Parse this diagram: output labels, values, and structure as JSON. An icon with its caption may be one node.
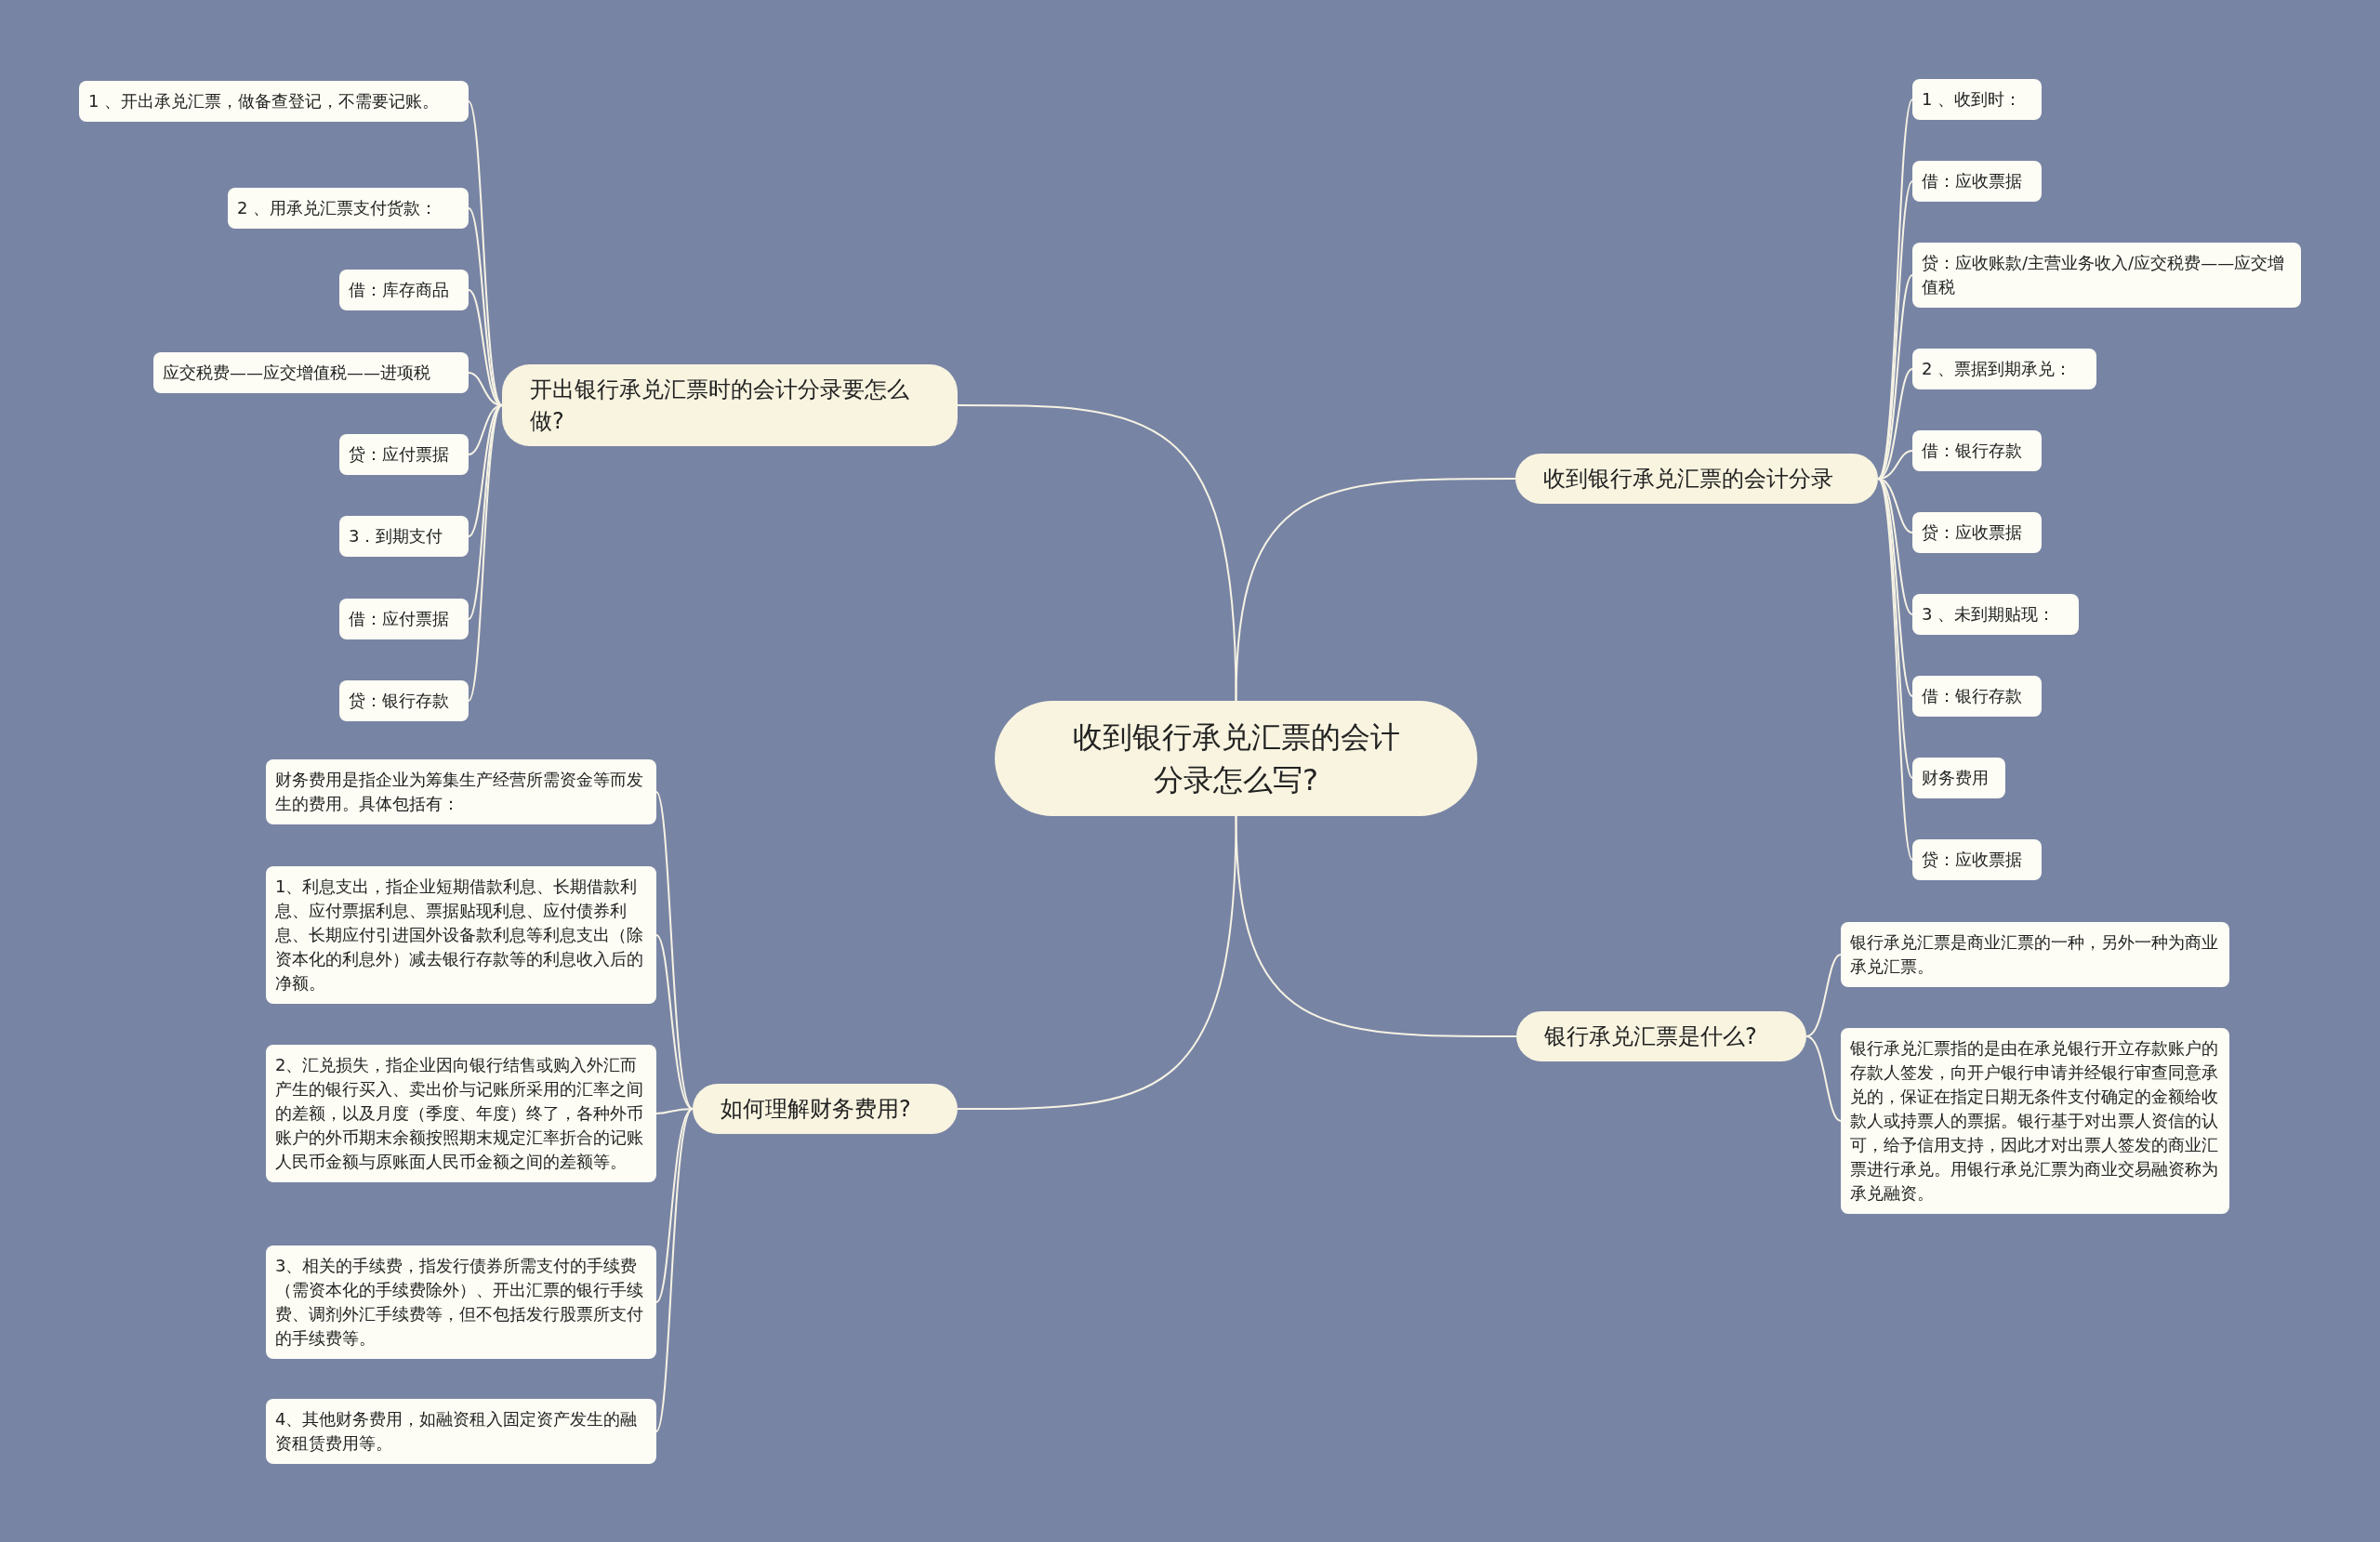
{
  "diagram": {
    "nodes": [
      {
        "text": [
          "收到银行承兑汇票的会计分录怎么写?"
        ]
      },
      {
        "text": [
          "开出银行承兑汇票时的会计分录要怎么做?"
        ]
      },
      {
        "text": [
          "1 、开出承兑汇票，做备查登记，不需要记账。"
        ]
      },
      {
        "text": [
          "2 、用承兑汇票支付货款："
        ]
      },
      {
        "text": [
          "借：库存商品"
        ]
      },
      {
        "text": [
          "应交税费——应交增值税——进项税"
        ]
      },
      {
        "text": [
          "贷：应付票据"
        ]
      },
      {
        "text": [
          "3．到期支付"
        ]
      },
      {
        "text": [
          "借：应付票据"
        ]
      },
      {
        "text": [
          "贷：银行存款"
        ]
      },
      {
        "text": [
          "收到银行承兑汇票的会计分录"
        ]
      },
      {
        "text": [
          "1 、收到时："
        ]
      },
      {
        "text": [
          "借：应收票据"
        ]
      },
      {
        "text": [
          "贷：应收账款/主营业务收入/应交税费——应交增值税"
        ]
      },
      {
        "text": [
          "2 、票据到期承兑："
        ]
      },
      {
        "text": [
          "借：银行存款"
        ]
      },
      {
        "text": [
          "贷：应收票据"
        ]
      },
      {
        "text": [
          "3 、未到期贴现："
        ]
      },
      {
        "text": [
          "借：银行存款"
        ]
      },
      {
        "text": [
          "财务费用"
        ]
      },
      {
        "text": [
          "贷：应收票据"
        ]
      },
      {
        "text": [
          "如何理解财务费用?"
        ]
      },
      {
        "text": [
          "财务费用是指企业为筹集生产经营所需资金等而发生的费用。具体包括有："
        ]
      },
      {
        "text": [
          "1、利息支出，指企业短期借款利息、长期借款利息、应付票据利息、票据贴现利息、应付债券利息、长期应付引进国外设备款利息等利息支出（除资本化的利息外）减去银行存款等的利息收入后的净额。"
        ]
      },
      {
        "text": [
          "2、汇兑损失，指企业因向银行结售或购入外汇而产生的银行买入、卖出价与记账所采用的汇率之间的差额，以及月度（季度、年度）终了，各种外币账户的外币期末余额按照期末规定汇率折合的记账人民币金额与原账面人民币金额之间的差额等。"
        ]
      },
      {
        "text": [
          "3、相关的手续费，指发行债券所需支付的手续费（需资本化的手续费除外）、开出汇票的银行手续费、调剂外汇手续费等，但不包括发行股票所支付的手续费等。"
        ]
      },
      {
        "text": [
          "4、其他财务费用，如融资租入固定资产发生的融资租赁费用等。"
        ]
      },
      {
        "text": [
          "银行承兑汇票是什么?"
        ]
      },
      {
        "text": [
          "银行承兑汇票是商业汇票的一种，另外一种为商业承兑汇票。"
        ]
      },
      {
        "text": [
          "银行承兑汇票指的是由在承兑银行开立存款账户的存款人签发，向开户银行申请并经银行审查同意承兑的，保证在指定日期无条件支付确定的金额给收款人或持票人的票据。银行基于对出票人资信的认可，给予信用支持，因此才对出票人签发的商业汇票进行承兑。用银行承兑汇票为商业交易融资称为承兑融资。"
        ]
      }
    ],
    "edges": [
      {
        "from": 0,
        "to": 1,
        "arrow": "none"
      },
      {
        "from": 1,
        "to": 2,
        "arrow": "none"
      },
      {
        "from": 1,
        "to": 3,
        "arrow": "none"
      },
      {
        "from": 1,
        "to": 4,
        "arrow": "none"
      },
      {
        "from": 1,
        "to": 5,
        "arrow": "none"
      },
      {
        "from": 1,
        "to": 6,
        "arrow": "none"
      },
      {
        "from": 1,
        "to": 7,
        "arrow": "none"
      },
      {
        "from": 1,
        "to": 8,
        "arrow": "none"
      },
      {
        "from": 1,
        "to": 9,
        "arrow": "none"
      },
      {
        "from": 0,
        "to": 10,
        "arrow": "none"
      },
      {
        "from": 10,
        "to": 11,
        "arrow": "none"
      },
      {
        "from": 10,
        "to": 12,
        "arrow": "none"
      },
      {
        "from": 10,
        "to": 13,
        "arrow": "none"
      },
      {
        "from": 10,
        "to": 14,
        "arrow": "none"
      },
      {
        "from": 10,
        "to": 15,
        "arrow": "none"
      },
      {
        "from": 10,
        "to": 16,
        "arrow": "none"
      },
      {
        "from": 10,
        "to": 17,
        "arrow": "none"
      },
      {
        "from": 10,
        "to": 18,
        "arrow": "none"
      },
      {
        "from": 10,
        "to": 19,
        "arrow": "none"
      },
      {
        "from": 10,
        "to": 20,
        "arrow": "none"
      },
      {
        "from": 0,
        "to": 21,
        "arrow": "none"
      },
      {
        "from": 21,
        "to": 22,
        "arrow": "none"
      },
      {
        "from": 21,
        "to": 23,
        "arrow": "none"
      },
      {
        "from": 21,
        "to": 24,
        "arrow": "none"
      },
      {
        "from": 21,
        "to": 25,
        "arrow": "none"
      },
      {
        "from": 21,
        "to": 26,
        "arrow": "none"
      },
      {
        "from": 0,
        "to": 27,
        "arrow": "none"
      },
      {
        "from": 27,
        "to": 28,
        "arrow": "none"
      },
      {
        "from": 27,
        "to": 29,
        "arrow": "none"
      }
    ]
  }
}
